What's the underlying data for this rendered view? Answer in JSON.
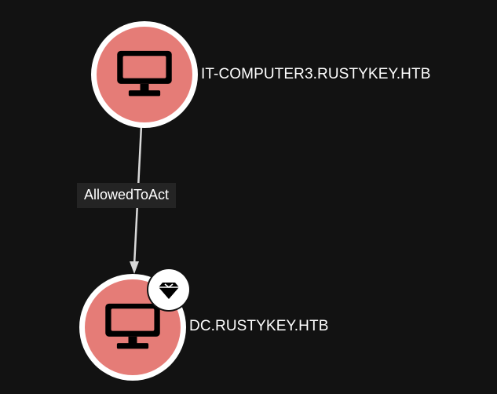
{
  "graph": {
    "nodes": [
      {
        "label": "IT-COMPUTER3.RUSTYKEY.HTB",
        "icon": "computer-icon",
        "color": "#e57c77"
      },
      {
        "label": "DC.RUSTYKEY.HTB",
        "icon": "computer-icon",
        "color": "#e57c77",
        "badge_icon": "gem-icon"
      }
    ],
    "edges": [
      {
        "label": "AllowedToAct",
        "from": "IT-COMPUTER3.RUSTYKEY.HTB",
        "to": "DC.RUSTYKEY.HTB"
      }
    ]
  },
  "colors": {
    "background": "#121212",
    "node_fill": "#e57c77",
    "node_ring": "#ffffff",
    "edge": "#d9d9d9",
    "edge_label_bg": "#242424"
  }
}
